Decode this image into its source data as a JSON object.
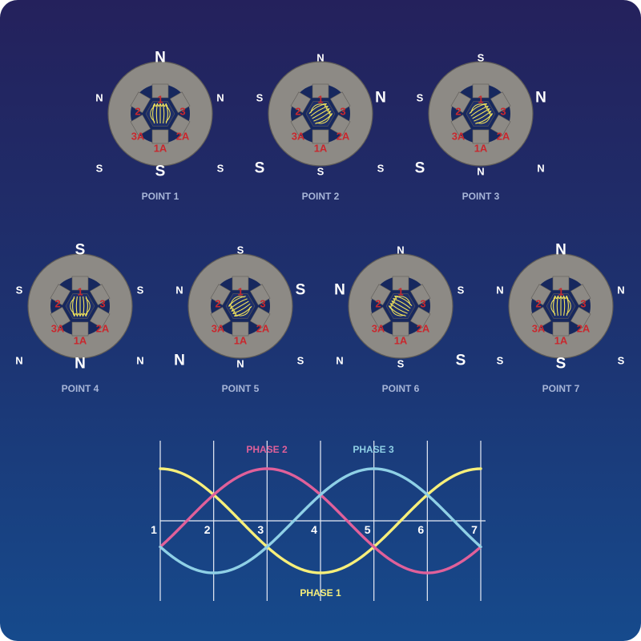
{
  "colors": {
    "stator": "#8d8a85",
    "phase1": "#f7ef7a",
    "phase2": "#e0609a",
    "phase3": "#8fd0e6",
    "coil_text": "#c8282e",
    "field": "#f2e35a"
  },
  "coil_labels": [
    "1",
    "2",
    "3",
    "3A",
    "2A",
    "1A"
  ],
  "points": [
    {
      "label": "POINT 1",
      "poles": {
        "top": "N",
        "bottom": "S",
        "upper_left": "N",
        "upper_right": "N",
        "lower_left": "S",
        "lower_right": "S"
      },
      "major_axis": "vertical",
      "field_angle_deg": 0
    },
    {
      "label": "POINT 2",
      "poles": {
        "top": "N",
        "bottom": "S",
        "upper_left": "S",
        "upper_right": "N",
        "lower_left": "S",
        "lower_right": "S"
      },
      "major_axis": "upper_right",
      "field_angle_deg": 60
    },
    {
      "label": "POINT 3",
      "poles": {
        "top": "S",
        "bottom": "N",
        "upper_left": "S",
        "upper_right": "N",
        "lower_left": "S",
        "lower_right": "N"
      },
      "major_axis": "upper_right",
      "field_angle_deg": 60
    },
    {
      "label": "POINT 4",
      "poles": {
        "top": "S",
        "bottom": "N",
        "upper_left": "S",
        "upper_right": "S",
        "lower_left": "N",
        "lower_right": "N"
      },
      "major_axis": "vertical",
      "field_angle_deg": 180
    },
    {
      "label": "POINT 5",
      "poles": {
        "top": "S",
        "bottom": "N",
        "upper_left": "N",
        "upper_right": "S",
        "lower_left": "N",
        "lower_right": "S"
      },
      "major_axis": "upper_right",
      "field_angle_deg": 240
    },
    {
      "label": "POINT 6",
      "poles": {
        "top": "N",
        "bottom": "S",
        "upper_left": "N",
        "upper_right": "S",
        "lower_left": "N",
        "lower_right": "S"
      },
      "major_axis": "upper_left",
      "field_angle_deg": 300
    },
    {
      "label": "POINT 7",
      "poles": {
        "top": "N",
        "bottom": "S",
        "upper_left": "N",
        "upper_right": "N",
        "lower_left": "S",
        "lower_right": "S"
      },
      "major_axis": "vertical",
      "field_angle_deg": 0
    }
  ],
  "waveform": {
    "phase1_label": "PHASE 1",
    "phase2_label": "PHASE 2",
    "phase3_label": "PHASE 3",
    "ticks": [
      "1",
      "2",
      "3",
      "4",
      "5",
      "6",
      "7"
    ]
  }
}
